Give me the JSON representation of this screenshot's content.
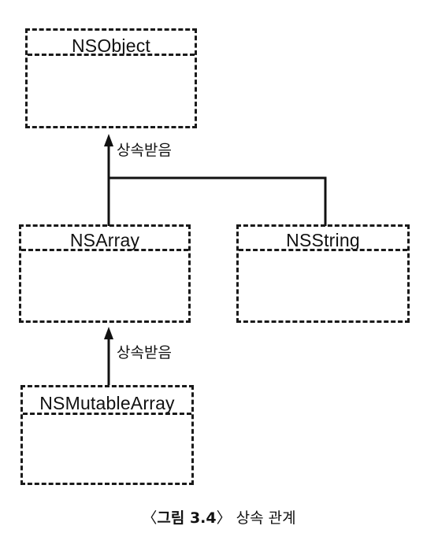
{
  "diagram": {
    "classes": {
      "nsobject": "NSObject",
      "nsarray": "NSArray",
      "nsstring": "NSString",
      "nsmutablearray": "NSMutableArray"
    },
    "edge_labels": {
      "upper": "상속받음",
      "lower": "상속받음"
    },
    "edges": [
      {
        "from": "NSArray",
        "to": "NSObject",
        "label": "상속받음"
      },
      {
        "from": "NSString",
        "to": "NSObject"
      },
      {
        "from": "NSMutableArray",
        "to": "NSArray",
        "label": "상속받음"
      }
    ]
  },
  "caption": {
    "open": "〈",
    "number": "그림 3.4",
    "close": "〉",
    "text": " 상속 관계"
  }
}
